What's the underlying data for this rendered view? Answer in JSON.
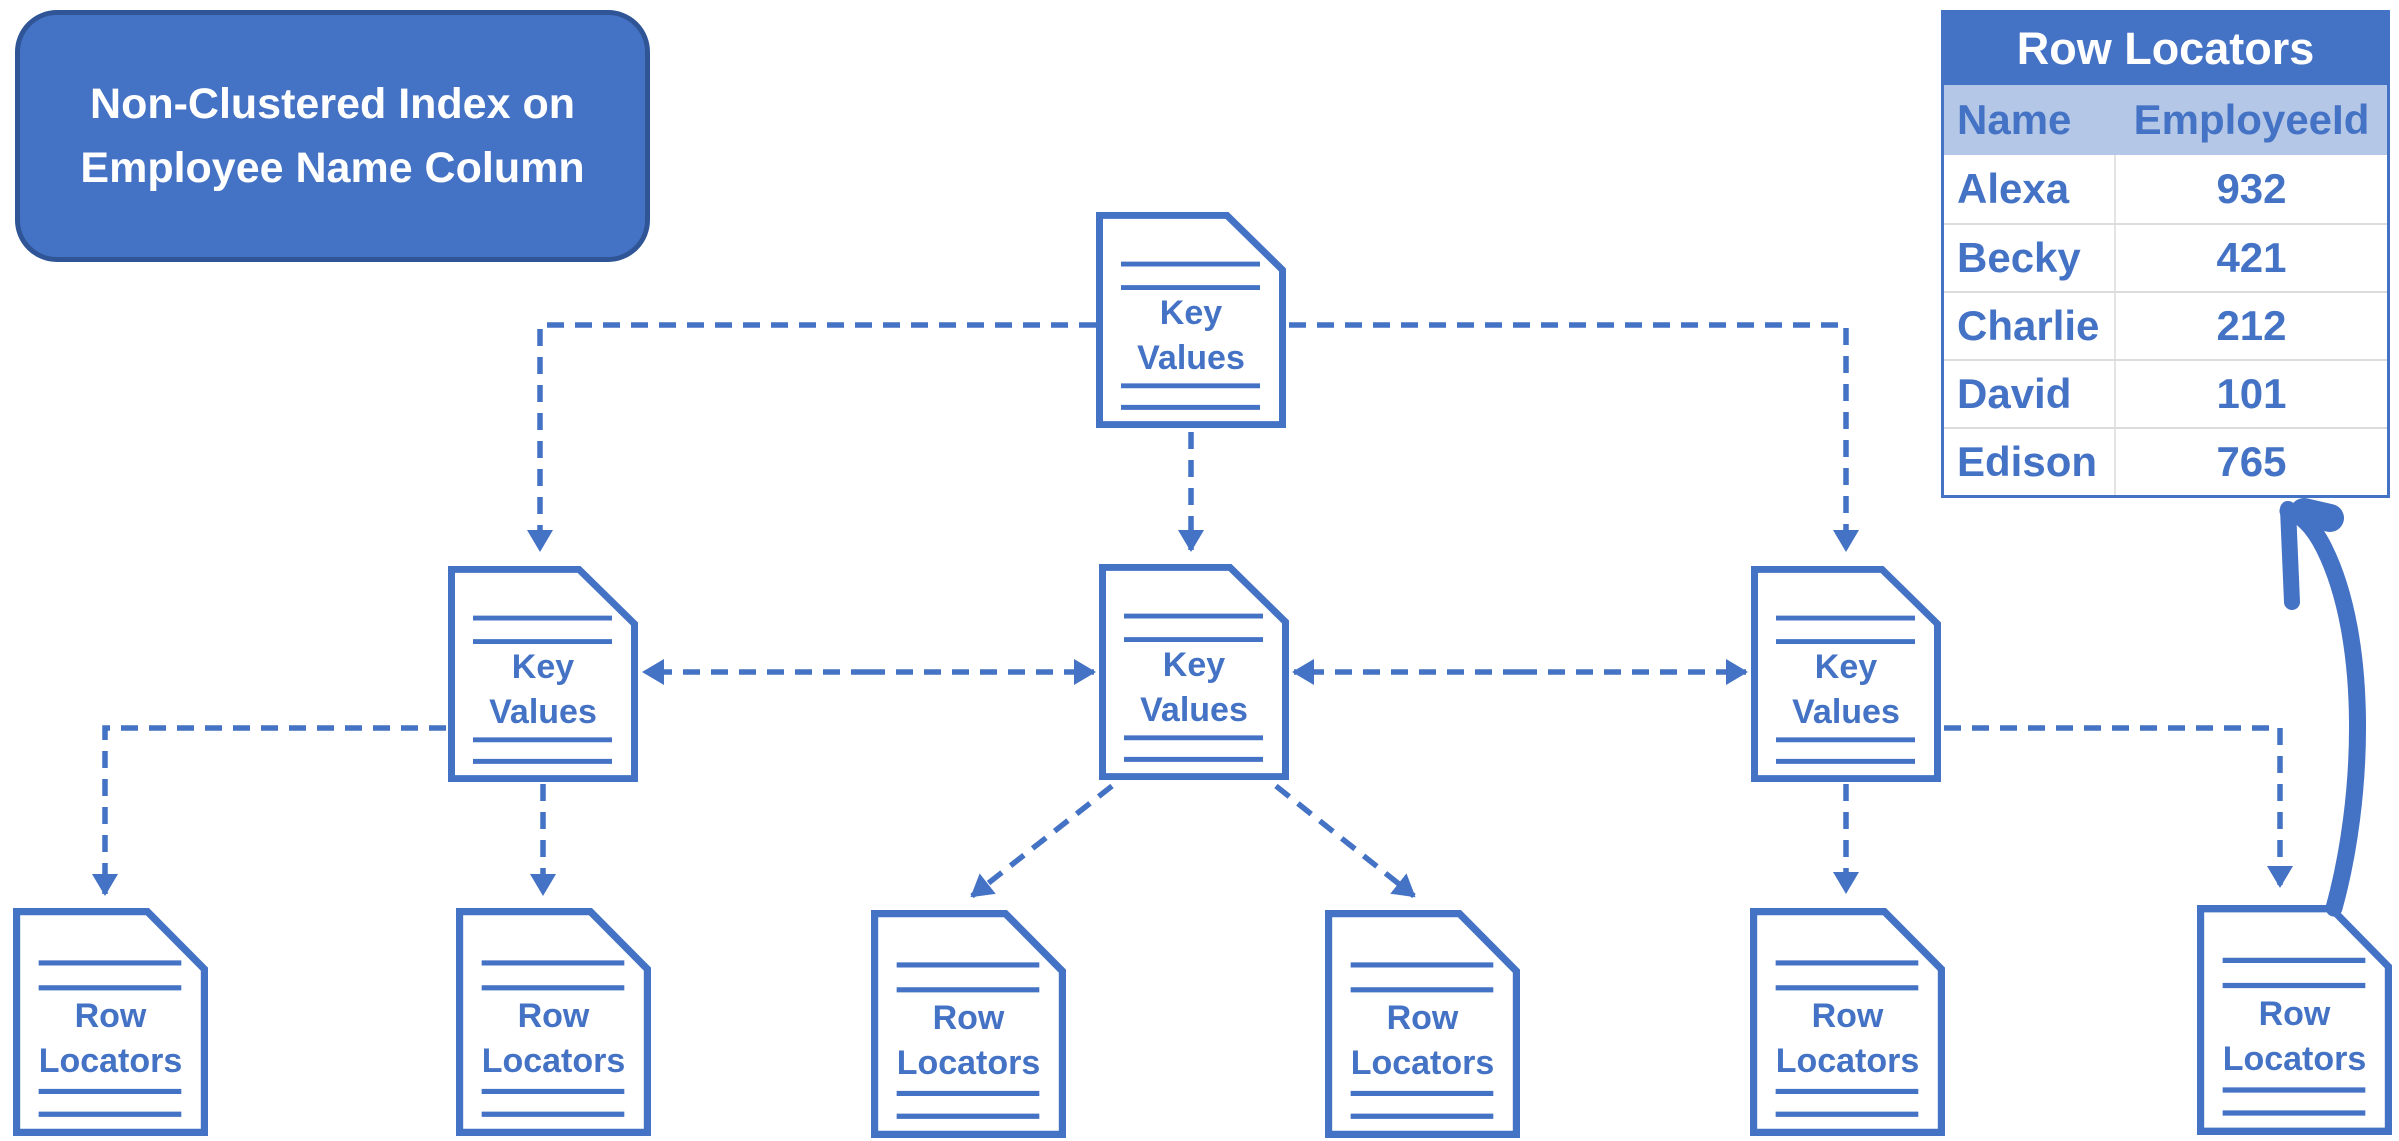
{
  "title_box": {
    "line1": "Non-Clustered Index on",
    "line2": "Employee Name Column"
  },
  "diagram": {
    "nodes": [
      {
        "id": "root",
        "level": "root",
        "label": "Key Values"
      },
      {
        "id": "internal-left",
        "level": "intermediate",
        "label": "Key Values"
      },
      {
        "id": "internal-center",
        "level": "intermediate",
        "label": "Key Values"
      },
      {
        "id": "internal-right",
        "level": "intermediate",
        "label": "Key Values"
      },
      {
        "id": "leaf-1",
        "level": "leaf",
        "label": "Row Locators"
      },
      {
        "id": "leaf-2",
        "level": "leaf",
        "label": "Row Locators"
      },
      {
        "id": "leaf-3",
        "level": "leaf",
        "label": "Row Locators"
      },
      {
        "id": "leaf-4",
        "level": "leaf",
        "label": "Row Locators"
      },
      {
        "id": "leaf-5",
        "level": "leaf",
        "label": "Row Locators"
      },
      {
        "id": "leaf-6",
        "level": "leaf",
        "label": "Row Locators"
      }
    ]
  },
  "table": {
    "title": "Row Locators",
    "columns": [
      "Name",
      "EmployeeId"
    ],
    "rows": [
      {
        "name": "Alexa",
        "employee_id": "932"
      },
      {
        "name": "Becky",
        "employee_id": "421"
      },
      {
        "name": "Charlie",
        "employee_id": "212"
      },
      {
        "name": "David",
        "employee_id": "101"
      },
      {
        "name": "Edison",
        "employee_id": "765"
      }
    ]
  },
  "colors": {
    "primary_blue": "#4472C4",
    "dark_blue_border": "#2F5597",
    "table_header_light": "#B4C7E7",
    "row_divider": "#DCDCDC",
    "background": "#FFFFFF"
  }
}
